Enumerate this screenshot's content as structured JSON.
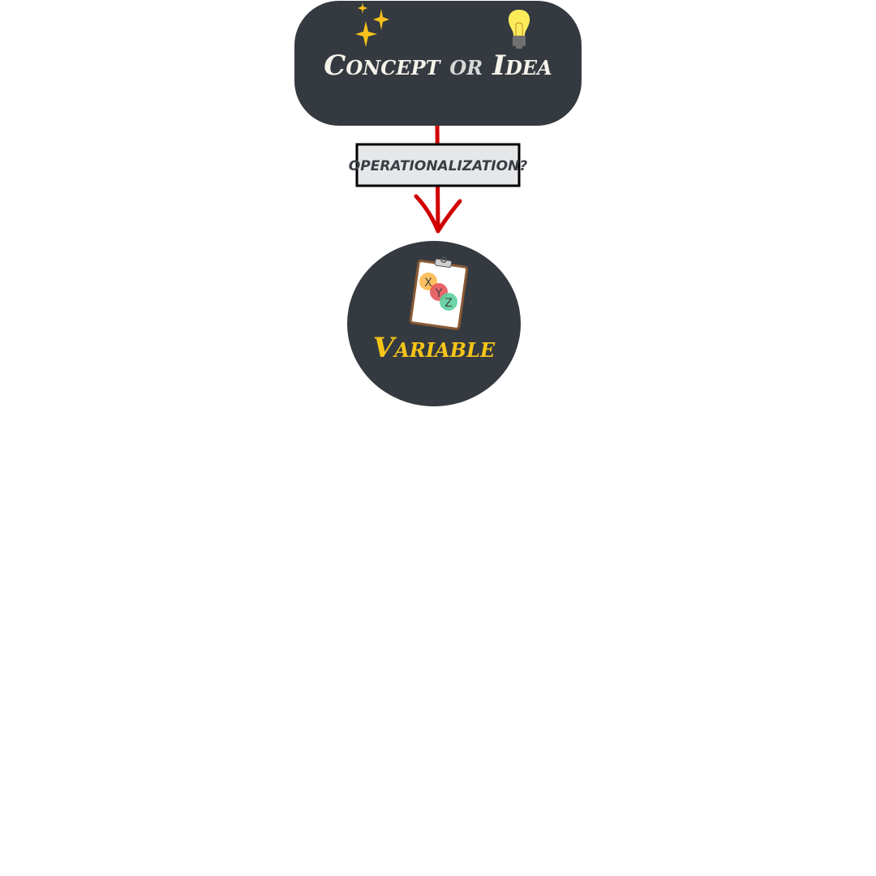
{
  "concept_node": {
    "title_part1": "Concept",
    "title_part2": "or",
    "title_part3": "Idea"
  },
  "edge": {
    "label": "OPERATIONALIZATION?"
  },
  "variable_node": {
    "title": "Variable",
    "clipboard_letters": [
      "X",
      "Y",
      "Z"
    ]
  },
  "colors": {
    "node_bg": "#353a41",
    "arrow": "#d10000",
    "label_bg": "#e6e7e9",
    "variable_text": "#f5c518",
    "star": "#f7c21a",
    "bulb": "#fbeb5b"
  }
}
